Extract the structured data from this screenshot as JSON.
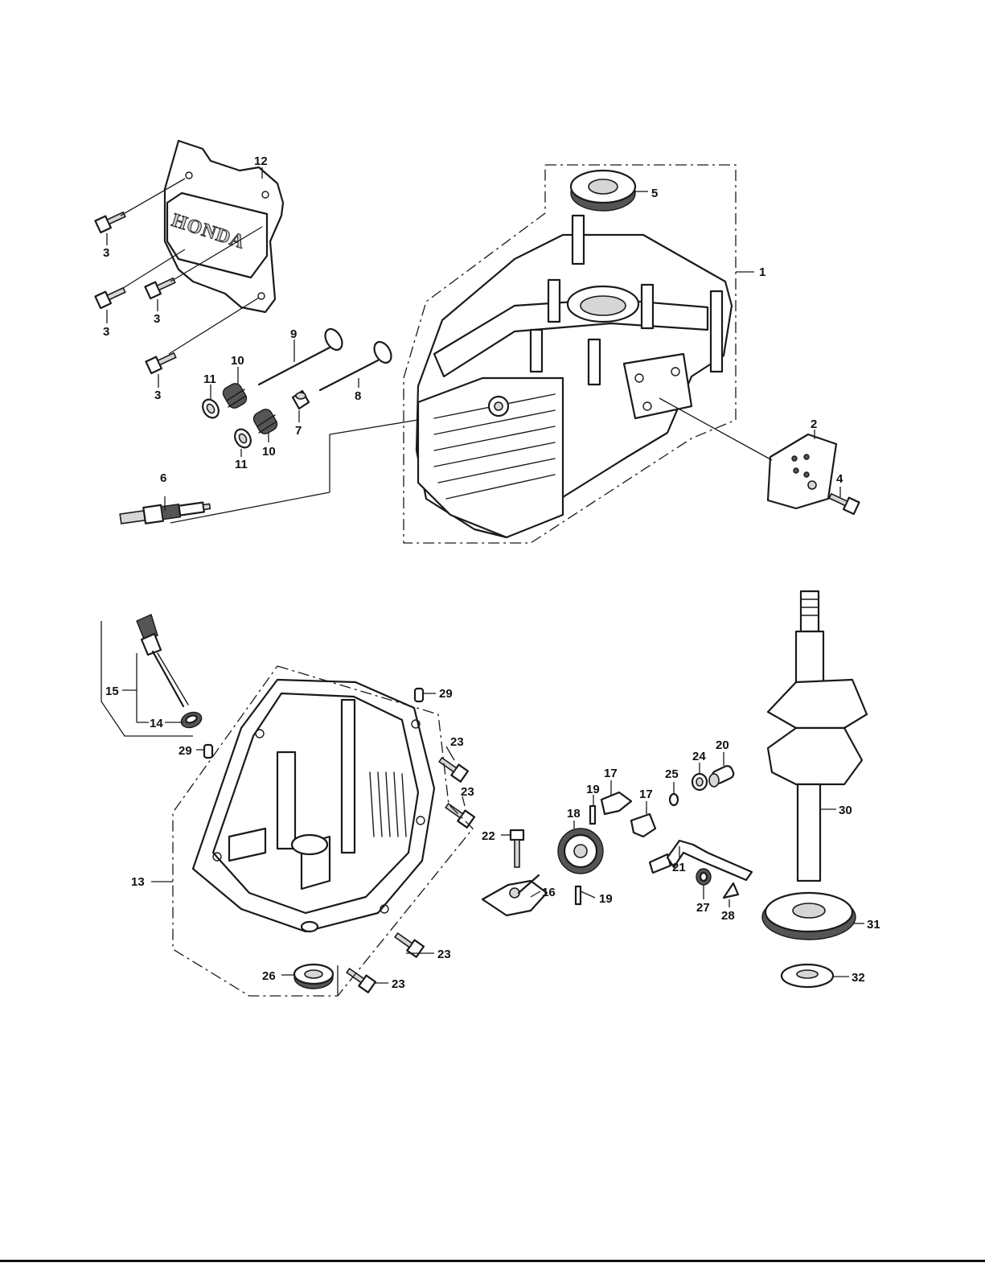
{
  "logo_text": "HONDA",
  "callouts": [
    "1",
    "2",
    "3",
    "3",
    "3",
    "3",
    "4",
    "5",
    "6",
    "7",
    "8",
    "9",
    "10",
    "10",
    "11",
    "11",
    "12",
    "13",
    "14",
    "15",
    "16",
    "17",
    "17",
    "18",
    "19",
    "19",
    "20",
    "21",
    "22",
    "23",
    "23",
    "23",
    "23",
    "24",
    "25",
    "26",
    "27",
    "28",
    "29",
    "29",
    "30",
    "31",
    "32"
  ]
}
